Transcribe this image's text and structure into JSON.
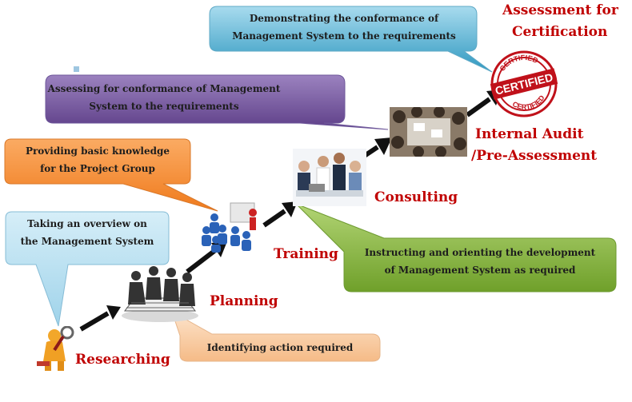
{
  "stages": {
    "researching": "Researching",
    "planning": "Planning",
    "training": "Training",
    "consulting": "Consulting",
    "internal_audit_line1": "Internal Audit",
    "internal_audit_line2": "/Pre-Assessment",
    "assessment_line1": "Assessment for",
    "assessment_line2": "Certification"
  },
  "callouts": {
    "researching": {
      "line1": "Taking an overview on",
      "line2": "the Management System",
      "color": "#b8dff0"
    },
    "planning": {
      "line1": "Identifying action required",
      "color": "#f8cfa8"
    },
    "training": {
      "line1": "Providing basic knowledge",
      "line2": "for the Project Group",
      "color": "#f7903a"
    },
    "consulting": {
      "line1": "Instructing and orienting the development",
      "line2": "of Management System as required",
      "color": "#8cbb3b"
    },
    "internal_audit": {
      "line1": "Assessing for conformance of Management",
      "line2": "System to the requirements",
      "color": "#7a5ba0"
    },
    "assessment": {
      "line1": "Demonstrating the conformance of",
      "line2": "Management System to the requirements",
      "color": "#48aed0"
    }
  },
  "stamp": {
    "text": "CERTIFIED",
    "ring_text": "CERTIFIED",
    "color": "#c0111a"
  },
  "colors": {
    "stage_text": "#c00000",
    "arrow": "#111111"
  }
}
